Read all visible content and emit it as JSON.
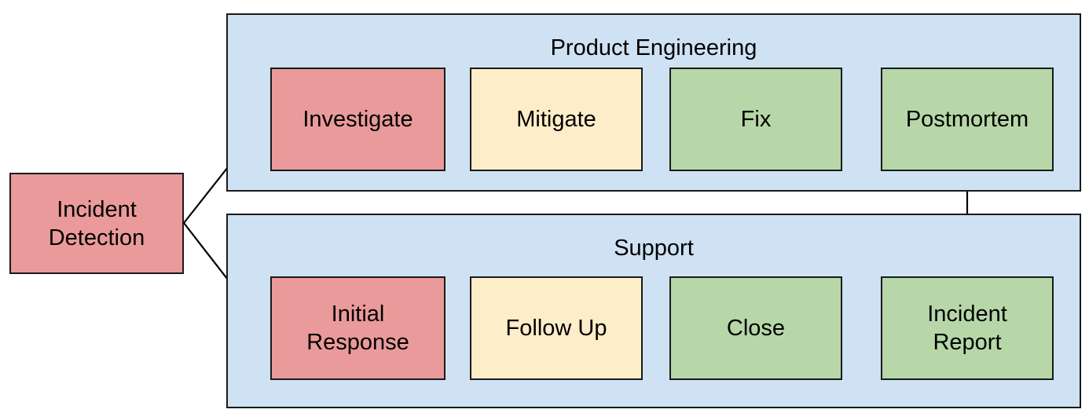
{
  "diagram": {
    "title_hidden": "",
    "colors": {
      "lane_fill": "#cfe2f3",
      "lane_border": "#1a1a1a",
      "red": "#ea9a9a",
      "yellow": "#fdedc9",
      "green": "#b7d7a8",
      "edge": "#000000",
      "text": "#000000",
      "background": "#ffffff"
    },
    "start_node": {
      "label": "Incident\nDetection",
      "fill": "red"
    },
    "lanes": [
      {
        "title": "Product Engineering",
        "nodes": [
          {
            "label": "Investigate",
            "fill": "red"
          },
          {
            "label": "Mitigate",
            "fill": "yellow"
          },
          {
            "label": "Fix",
            "fill": "green"
          },
          {
            "label": "Postmortem",
            "fill": "green"
          }
        ]
      },
      {
        "title": "Support",
        "nodes": [
          {
            "label": "Initial\nResponse",
            "fill": "red"
          },
          {
            "label": "Follow Up",
            "fill": "yellow"
          },
          {
            "label": "Close",
            "fill": "green"
          },
          {
            "label": "Incident\nReport",
            "fill": "green"
          }
        ]
      }
    ],
    "edges": [
      {
        "from": "Incident Detection",
        "to": "Investigate"
      },
      {
        "from": "Incident Detection",
        "to": "Initial Response"
      },
      {
        "from": "Investigate",
        "to": "Mitigate"
      },
      {
        "from": "Mitigate",
        "to": "Fix"
      },
      {
        "from": "Fix",
        "to": "Postmortem"
      },
      {
        "from": "Postmortem",
        "to": "Incident Report"
      },
      {
        "from": "Initial Response",
        "to": "Follow Up"
      },
      {
        "from": "Follow Up",
        "to": "Close"
      },
      {
        "from": "Close",
        "to": "Incident Report"
      }
    ]
  }
}
